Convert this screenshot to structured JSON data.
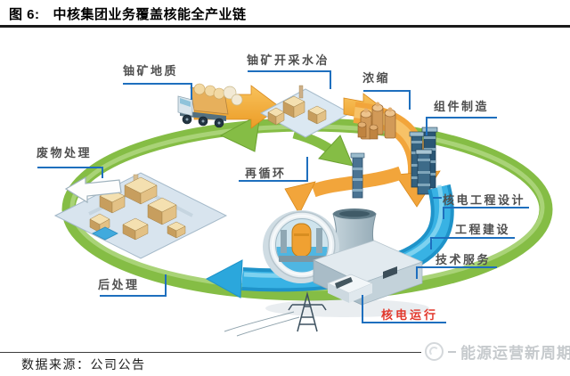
{
  "figure": {
    "label": "图 6:",
    "title": "中核集团业务覆盖核能全产业链"
  },
  "diagram": {
    "stages": {
      "uranium_geology": "铀矿地质",
      "uranium_mining": "铀矿开采水冶",
      "enrichment": "浓缩",
      "fuel_fabrication": "组件制造",
      "npp_design": "核电工程设计",
      "construction": "工程建设",
      "tech_service": "技术服务",
      "npp_operation": "核电运行",
      "recycling": "再循环",
      "reprocessing": "后处理",
      "waste_treatment": "废物处理"
    }
  },
  "footer": {
    "source": "数据来源：公司公告",
    "watermark": "能源运营新周期"
  },
  "theme": {
    "connector-blue": "#1e6fbe",
    "label-gray": "#4f4f4f",
    "operation-red": "#e2382c",
    "arrow-yellow": "#f2a53b",
    "arrow-green": "#85bd45",
    "arrow-teal": "#2ba7dc",
    "watermark-gray": "#c6cacd",
    "rule-black": "#1a1a1a"
  }
}
